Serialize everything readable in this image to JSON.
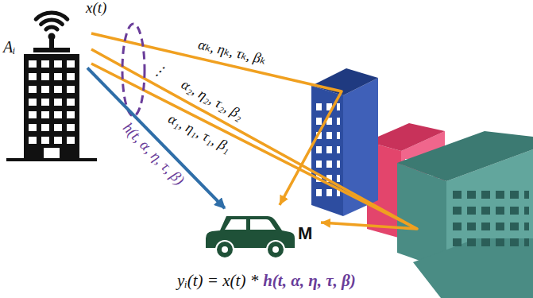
{
  "diagram": {
    "nodes": [
      {
        "text": [
          "Aᵢ"
        ]
      },
      {
        "text": [
          "M"
        ]
      }
    ],
    "edges": [
      {
        "from": 0,
        "to": 1,
        "arrow": "to",
        "label": "h(t, α, η, τ, β)"
      }
    ],
    "labels": [
      "x(t)",
      "αₖ, ηₖ, τₖ, βₖ",
      "⋮",
      "α₂, η₂, τ₂, β₂",
      "α₁, η₁, τ₁, β₁",
      "yᵢ(t) = x(t) *",
      "h(t, α, η, τ, β)"
    ]
  }
}
